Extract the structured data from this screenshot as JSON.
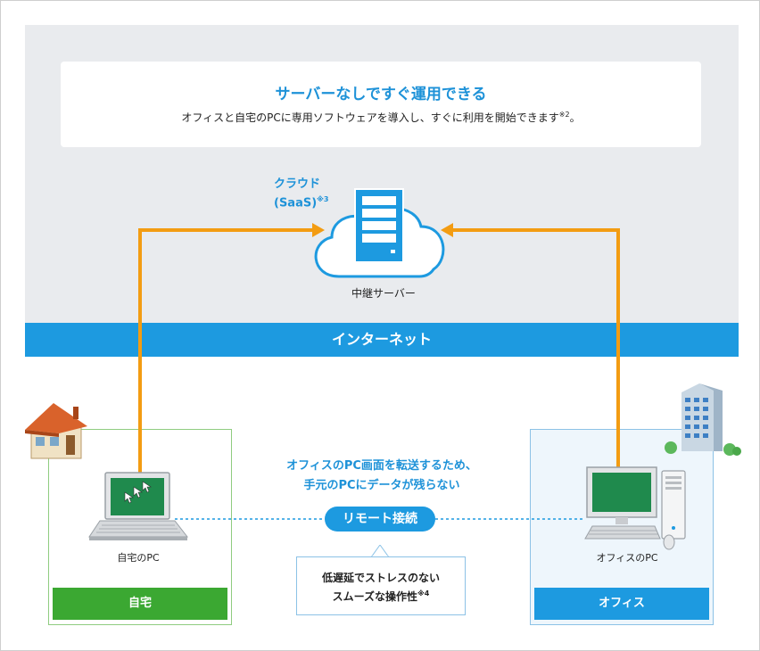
{
  "headline": {
    "title": "サーバーなしですぐ運用できる",
    "subtitle": "オフィスと自宅のPCに専用ソフトウェアを導入し、すぐに利用を開始できます",
    "subtitle_note": "※2",
    "subtitle_end": "。"
  },
  "cloud": {
    "label_line1": "クラウド",
    "label_line2": "(SaaS)",
    "label_note": "※3",
    "server_label": "中継サーバー"
  },
  "internet_label": "インターネット",
  "home": {
    "pc_label": "自宅のPC",
    "bar_label": "自宅"
  },
  "office": {
    "pc_label": "オフィスのPC",
    "bar_label": "オフィス"
  },
  "transfer": {
    "line1": "オフィスのPC画面を転送するため、",
    "line2": "手元のPCにデータが残らない"
  },
  "remote_label": "リモート接続",
  "callout": {
    "line1": "低遅延でストレスのない",
    "line2": "スムーズな操作性",
    "note": "※4"
  },
  "colors": {
    "accent_blue": "#1d9ae0",
    "arrow_orange": "#f39c12",
    "home_green": "#3ba832",
    "background_gray": "#e9ebee"
  },
  "icons": [
    "server-icon",
    "cloud-icon",
    "house-icon",
    "building-icon",
    "laptop-icon",
    "desktop-pc-icon",
    "mouse-icon",
    "cursor-icon"
  ]
}
